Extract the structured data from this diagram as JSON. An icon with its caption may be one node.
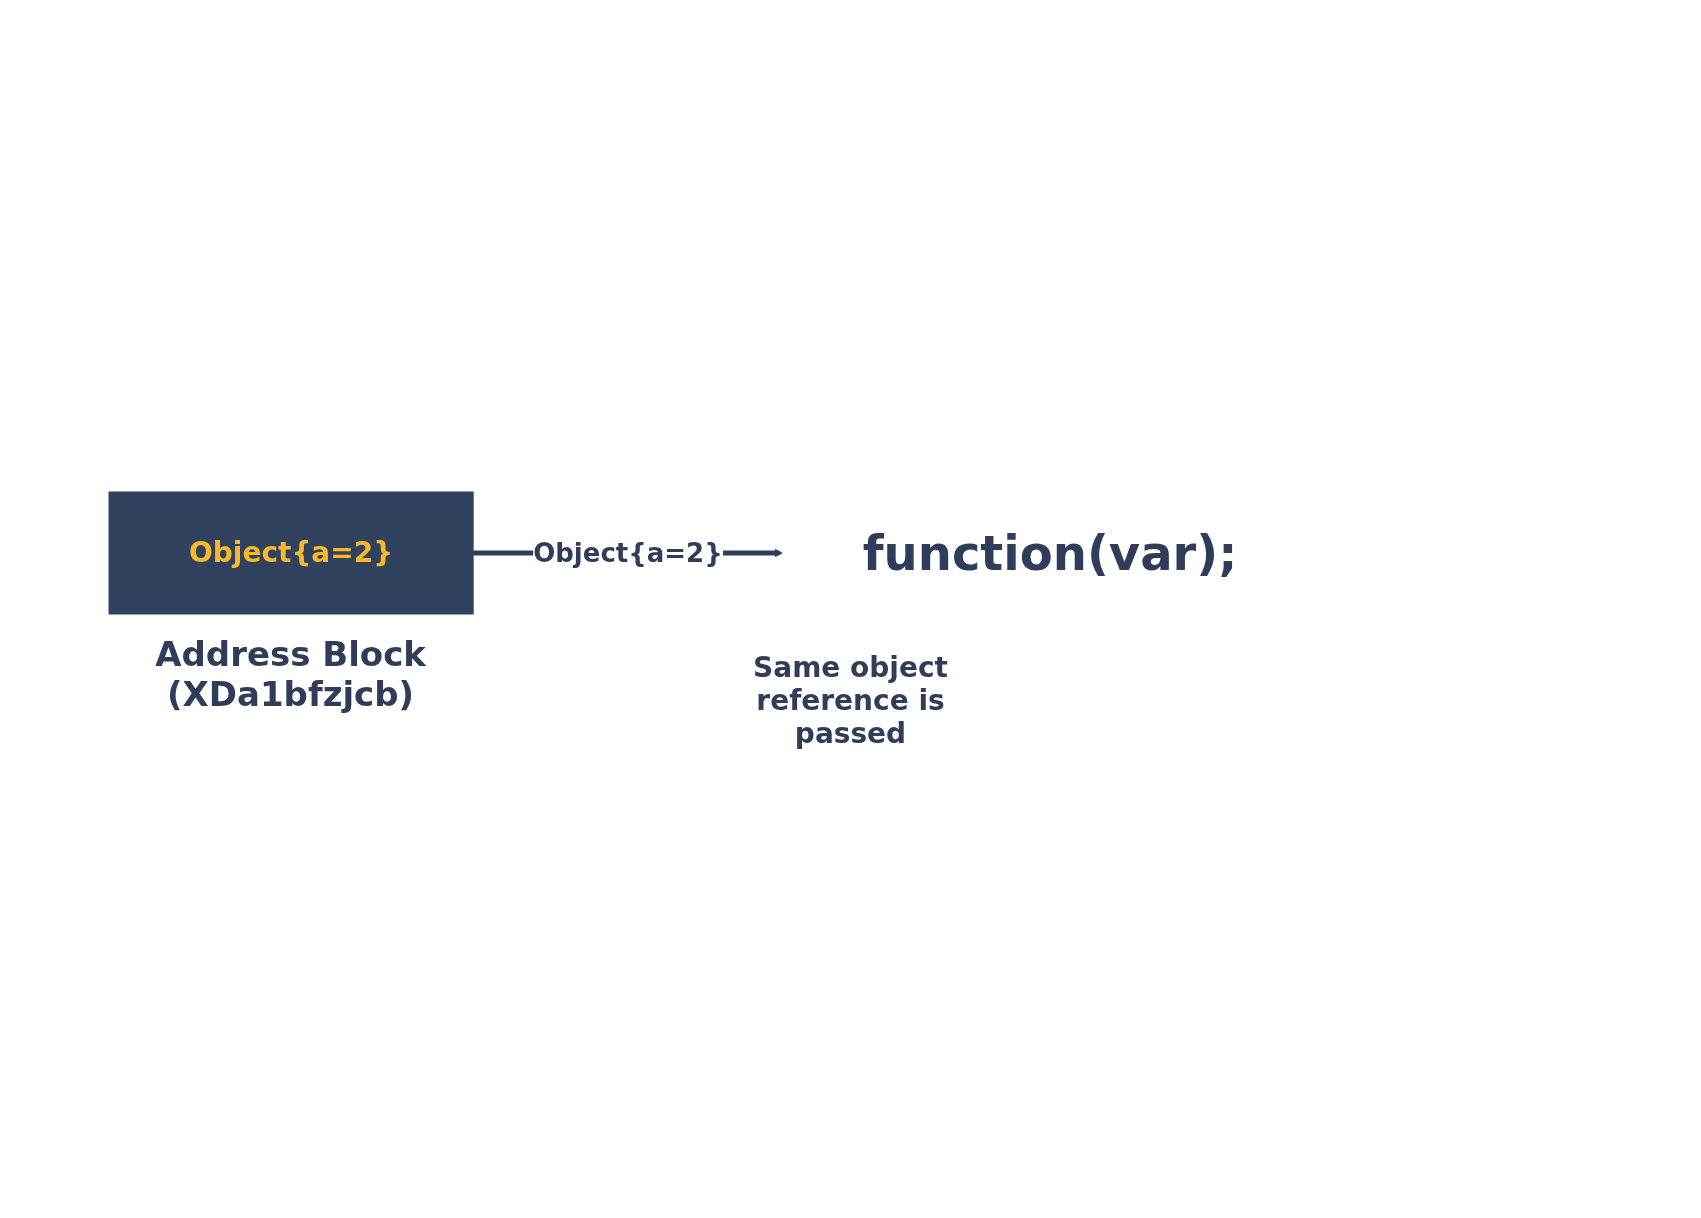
{
  "diagram": {
    "nodes": [
      {
        "text": [
          "Object{a=2}"
        ],
        "beside": [
          "Address Block (XDa1bfzjcb)"
        ]
      },
      {
        "text": [
          "function(var);"
        ]
      }
    ],
    "edges": [
      {
        "from": 0,
        "to": 1,
        "arrow": "to",
        "label": "Object{a=2}"
      }
    ],
    "labels": [
      "Same object reference is passed"
    ]
  }
}
